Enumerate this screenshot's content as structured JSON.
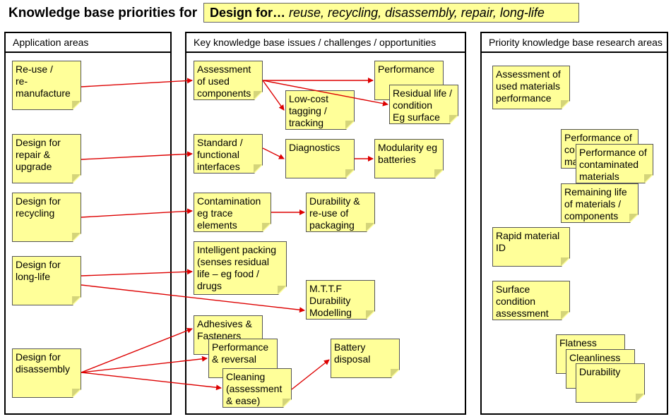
{
  "title": {
    "prefix": "Knowledge base priorities for",
    "box_bold": "Design for…",
    "box_italic": "reuse, recycling, disassembly, repair, long-life"
  },
  "columns": {
    "application": "Application areas",
    "issues": "Key knowledge base issues / challenges / opportunities",
    "research": "Priority knowledge base research areas"
  },
  "application_areas": {
    "reuse": "Re-use /\nre-\nmanufacture",
    "repair": "Design for\nrepair &\nupgrade",
    "recycling": "Design for\nrecycling",
    "longlife": "Design for\nlong-life",
    "disassembly": "Design for\ndisassembly"
  },
  "issues": {
    "assessment": "Assessment\nof used\ncomponents",
    "performance": "Performance",
    "residual": "Residual life /\ncondition\nEg surface",
    "tagging": "Low-cost\ntagging /\ntracking",
    "standard": "Standard /\nfunctional\ninterfaces",
    "diagnostics": "Diagnostics",
    "modularity": "Modularity eg\nbatteries",
    "contamination": "Contamination\neg trace\nelements",
    "packaging": "Durability &\nre-use of\npackaging",
    "intelligent": "Intelligent packing\n(senses residual\nlife – eg food /\ndrugs",
    "mttf": "M.T.T.F\nDurability\nModelling",
    "adhesives": "Adhesives &\nFasteners",
    "reversal": "Performance\n& reversal",
    "cleaning": "Cleaning\n(assessment\n& ease)",
    "battery": "Battery\ndisposal"
  },
  "research": {
    "used_materials": "Assessment of\nused materials\nperformance",
    "perf_back": "Performance of\nco\nma",
    "perf_contaminated": "Performance of\ncontaminated\nmaterials",
    "remaining": "Remaining life\nof materials /\ncomponents",
    "rapid": "Rapid material\nID",
    "surface": "Surface\ncondition\nassessment",
    "flatness": "Flatness",
    "cleanliness": "Cleanliness",
    "durability": "Durability"
  },
  "colors": {
    "note": "#ffff99",
    "arrow": "#dd0000",
    "border": "#000000"
  }
}
